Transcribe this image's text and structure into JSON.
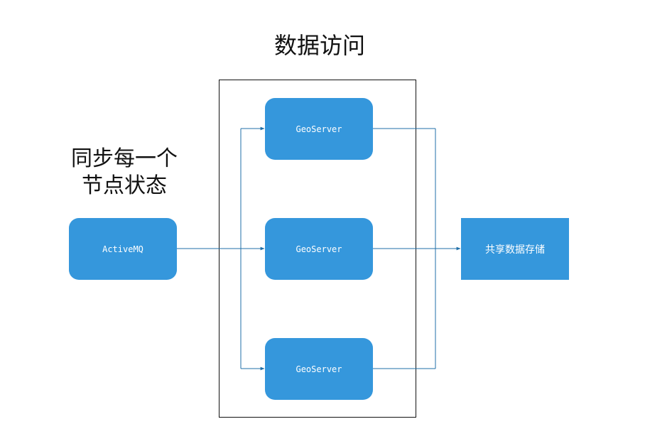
{
  "diagram": {
    "title": "数据访问",
    "side_label_line1": "同步每一个",
    "side_label_line2": "节点状态",
    "nodes": {
      "activemq": "ActiveMQ",
      "geoserver_1": "GeoServer",
      "geoserver_2": "GeoServer",
      "geoserver_3": "GeoServer",
      "storage": "共享数据存储"
    },
    "colors": {
      "node_fill": "#3597dc",
      "connector": "#1f6fa8"
    }
  }
}
